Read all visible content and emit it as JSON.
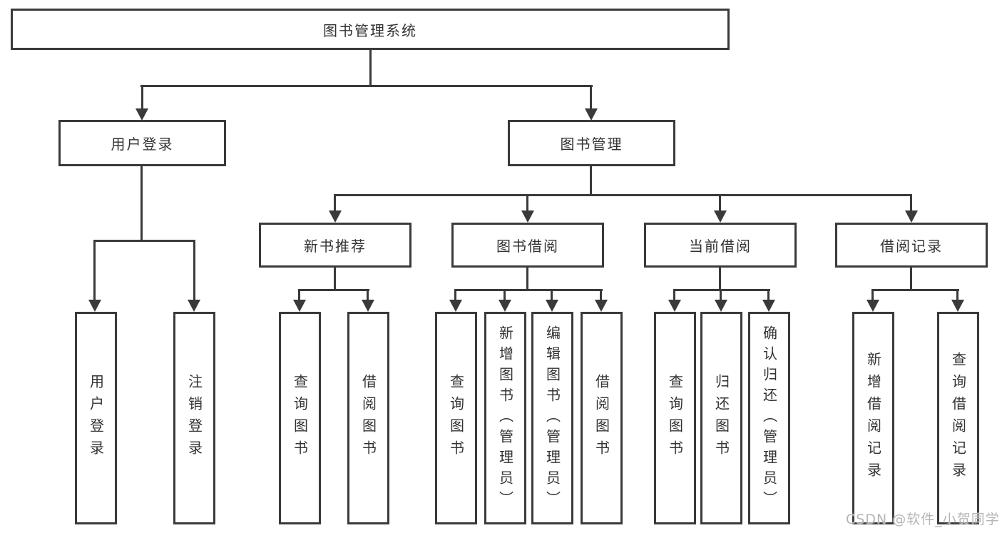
{
  "diagram": {
    "root": {
      "label": "图书管理系统"
    },
    "branches": [
      {
        "label": "用户登录",
        "children": [
          "用户登录",
          "注销登录"
        ]
      },
      {
        "label": "图书管理",
        "sections": [
          {
            "label": "新书推荐",
            "children": [
              "查询图书",
              "借阅图书"
            ]
          },
          {
            "label": "图书借阅",
            "children": [
              "查询图书",
              "新增图书（管理员）",
              "编辑图书（管理员）",
              "借阅图书"
            ]
          },
          {
            "label": "当前借阅",
            "children": [
              "查询图书",
              "归还图书",
              "确认归还（管理员）"
            ]
          },
          {
            "label": "借阅记录",
            "children": [
              "新增借阅记录",
              "查询借阅记录"
            ]
          }
        ]
      }
    ]
  },
  "watermark": {
    "text": "CSDN @软件_小贺同学"
  },
  "colors": {
    "line": "#3a3a3a",
    "text": "#333333",
    "watermark": "#b5b5b5"
  }
}
